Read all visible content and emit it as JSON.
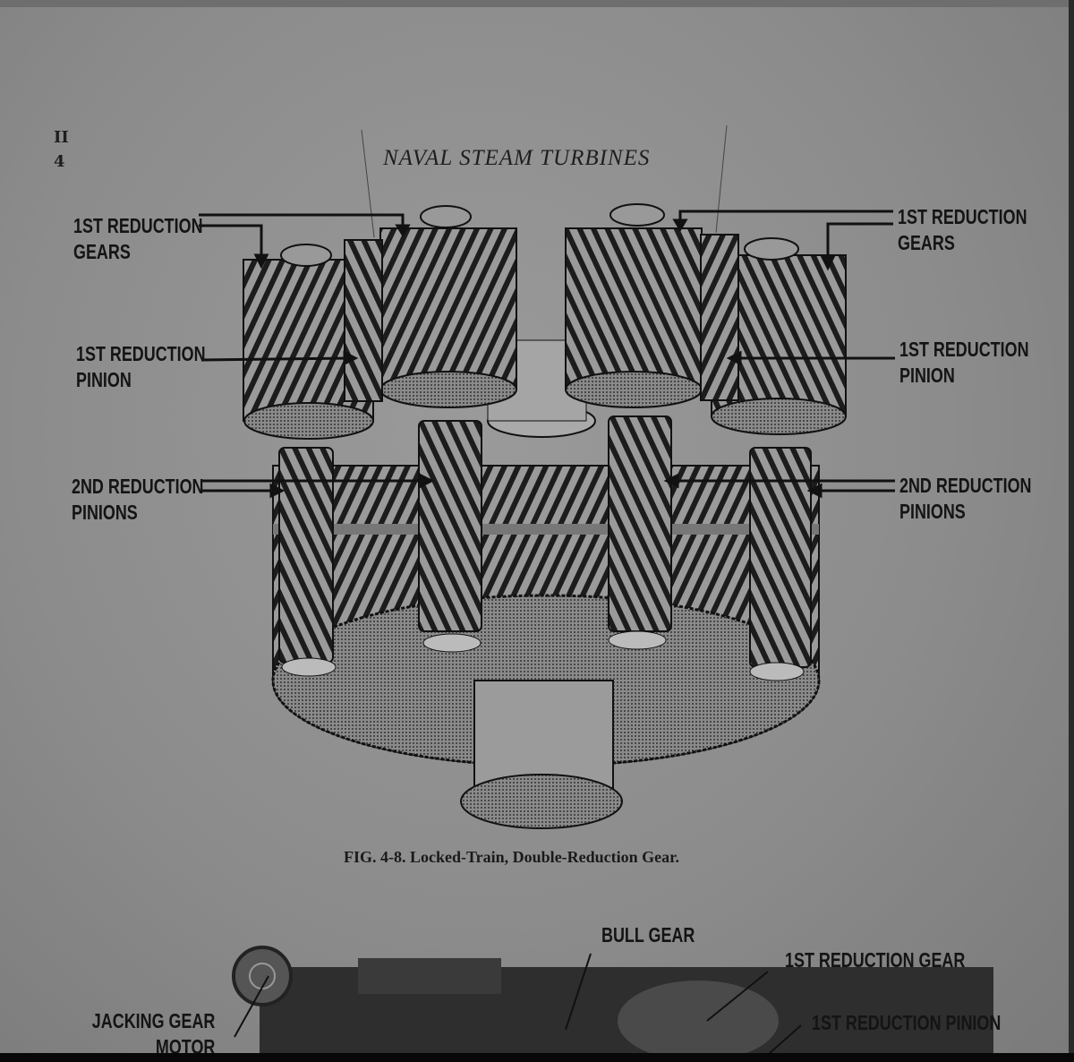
{
  "page": {
    "section": "II",
    "number": "4",
    "running_header": "NAVAL STEAM TURBINES"
  },
  "figure_4_8": {
    "caption": "FIG. 4-8. Locked-Train, Double-Reduction Gear.",
    "labels_left": {
      "first_reduction_gears": [
        "1ST REDUCTION",
        "GEARS"
      ],
      "first_reduction_pinion": [
        "1ST REDUCTION",
        "PINION"
      ],
      "second_reduction_pinions": [
        "2ND REDUCTION",
        "PINIONS"
      ]
    },
    "labels_right": {
      "first_reduction_gears": [
        "1ST REDUCTION",
        "GEARS"
      ],
      "first_reduction_pinion": [
        "1ST REDUCTION",
        "PINION"
      ],
      "second_reduction_pinions": [
        "2ND REDUCTION",
        "PINIONS"
      ]
    }
  },
  "figure_next": {
    "bull_gear": "BULL GEAR",
    "first_reduction_gear": "1ST REDUCTION GEAR",
    "first_reduction_pinion": "1ST REDUCTION PINION",
    "jacking_gear_motor": [
      "JACKING GEAR",
      "MOTOR"
    ]
  }
}
